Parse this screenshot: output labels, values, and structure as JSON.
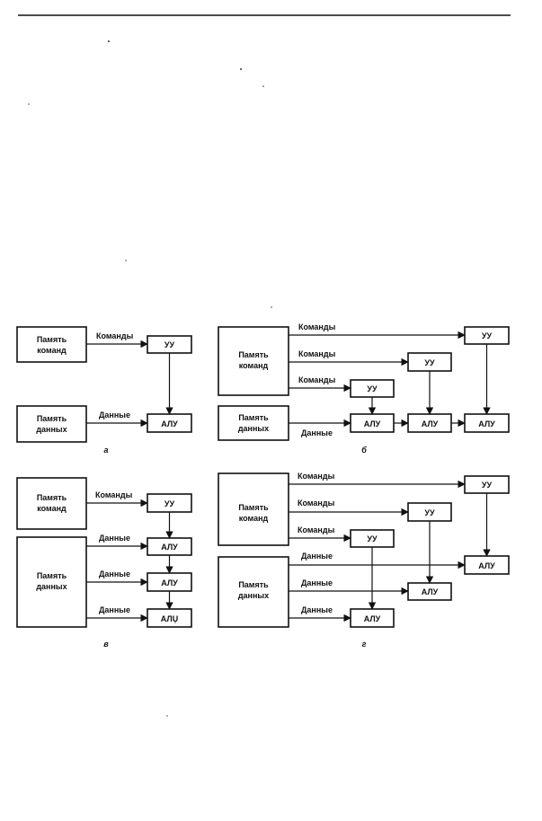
{
  "labels": {
    "instr_mem": [
      "Память",
      "команд"
    ],
    "data_mem": [
      "Память",
      "данных"
    ],
    "cu": "УУ",
    "alu": "АЛУ",
    "alu_alt": "АЛỤ",
    "commands": "Команды",
    "data": "Данные"
  },
  "captions": {
    "a": "а",
    "b": "б",
    "c": "в",
    "d": "г"
  }
}
